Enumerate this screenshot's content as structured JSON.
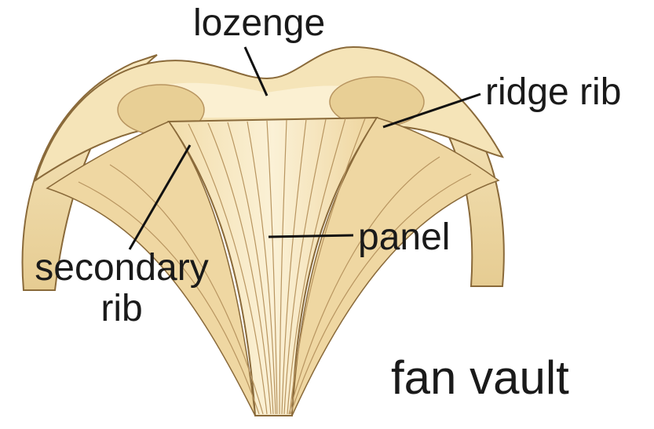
{
  "labels": {
    "lozenge": "lozenge",
    "ridge_rib": "ridge rib",
    "panel": "panel",
    "secondary_rib_line1": "secondary",
    "secondary_rib_line2": "rib",
    "title": "fan vault"
  },
  "colors": {
    "vault_fill": "#f3e1b4",
    "vault_light": "#fbf0d2",
    "vault_shadow": "#d9b978",
    "vault_edge": "#8a6a3a",
    "rib_lines": "#b89560",
    "leader": "#111111",
    "text": "#1a1a1a"
  }
}
